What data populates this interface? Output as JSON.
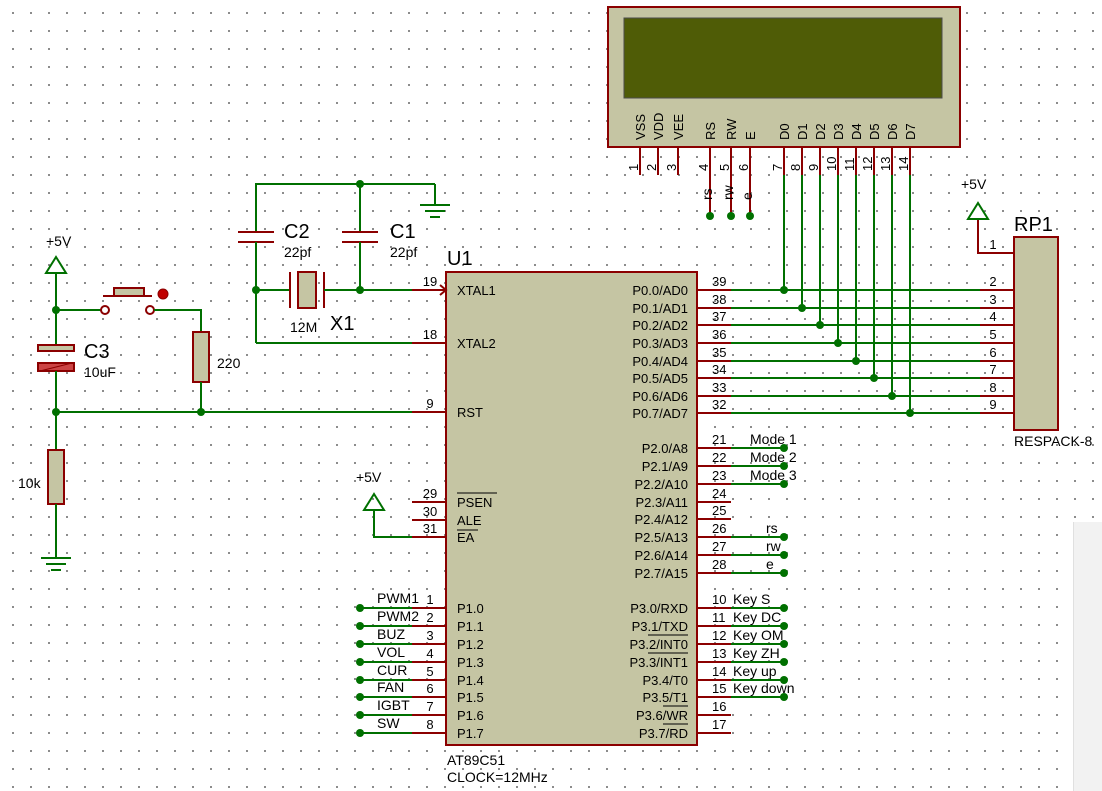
{
  "u1": {
    "ref": "U1",
    "part": "AT89C51",
    "clock": "CLOCK=12MHz",
    "left_pins": [
      {
        "num": "19",
        "name": "XTAL1"
      },
      {
        "num": "18",
        "name": "XTAL2"
      },
      {
        "num": "9",
        "name": "RST"
      },
      {
        "num": "29",
        "name": "PSEN"
      },
      {
        "num": "30",
        "name": "ALE"
      },
      {
        "num": "31",
        "name": "EA"
      },
      {
        "num": "1",
        "name": "P1.0",
        "net": "PWM1"
      },
      {
        "num": "2",
        "name": "P1.1",
        "net": "PWM2"
      },
      {
        "num": "3",
        "name": "P1.2",
        "net": "BUZ"
      },
      {
        "num": "4",
        "name": "P1.3",
        "net": "VOL"
      },
      {
        "num": "5",
        "name": "P1.4",
        "net": "CUR"
      },
      {
        "num": "6",
        "name": "P1.5",
        "net": "FAN"
      },
      {
        "num": "7",
        "name": "P1.6",
        "net": "IGBT"
      },
      {
        "num": "8",
        "name": "P1.7",
        "net": "SW"
      }
    ],
    "right_pins": [
      {
        "num": "39",
        "name": "P0.0/AD0"
      },
      {
        "num": "38",
        "name": "P0.1/AD1"
      },
      {
        "num": "37",
        "name": "P0.2/AD2"
      },
      {
        "num": "36",
        "name": "P0.3/AD3"
      },
      {
        "num": "35",
        "name": "P0.4/AD4"
      },
      {
        "num": "34",
        "name": "P0.5/AD5"
      },
      {
        "num": "33",
        "name": "P0.6/AD6"
      },
      {
        "num": "32",
        "name": "P0.7/AD7"
      },
      {
        "num": "21",
        "name": "P2.0/A8",
        "net": "Mode 1"
      },
      {
        "num": "22",
        "name": "P2.1/A9",
        "net": "Mode 2"
      },
      {
        "num": "23",
        "name": "P2.2/A10",
        "net": "Mode 3"
      },
      {
        "num": "24",
        "name": "P2.3/A11"
      },
      {
        "num": "25",
        "name": "P2.4/A12"
      },
      {
        "num": "26",
        "name": "P2.5/A13",
        "net": "rs"
      },
      {
        "num": "27",
        "name": "P2.6/A14",
        "net": "rw"
      },
      {
        "num": "28",
        "name": "P2.7/A15",
        "net": "e"
      },
      {
        "num": "10",
        "name": "P3.0/RXD",
        "net": "Key S"
      },
      {
        "num": "11",
        "name": "P3.1/TXD",
        "net": "Key DC"
      },
      {
        "num": "12",
        "name": "P3.2/INT0",
        "net": "Key OM"
      },
      {
        "num": "13",
        "name": "P3.3/INT1",
        "net": "Key ZH"
      },
      {
        "num": "14",
        "name": "P3.4/T0",
        "net": "Key up"
      },
      {
        "num": "15",
        "name": "P3.5/T1",
        "net": "Key down"
      },
      {
        "num": "16",
        "name": "P3.6/WR"
      },
      {
        "num": "17",
        "name": "P3.7/RD"
      }
    ]
  },
  "lcd": {
    "pins": [
      {
        "num": "1",
        "name": "VSS"
      },
      {
        "num": "2",
        "name": "VDD"
      },
      {
        "num": "3",
        "name": "VEE"
      },
      {
        "num": "4",
        "name": "RS",
        "net": "rs"
      },
      {
        "num": "5",
        "name": "RW",
        "net": "rw"
      },
      {
        "num": "6",
        "name": "E",
        "net": "e"
      },
      {
        "num": "7",
        "name": "D0"
      },
      {
        "num": "8",
        "name": "D1"
      },
      {
        "num": "9",
        "name": "D2"
      },
      {
        "num": "10",
        "name": "D3"
      },
      {
        "num": "11",
        "name": "D4"
      },
      {
        "num": "12",
        "name": "D5"
      },
      {
        "num": "13",
        "name": "D6"
      },
      {
        "num": "14",
        "name": "D7"
      }
    ]
  },
  "rp1": {
    "ref": "RP1",
    "part": "RESPACK-8",
    "power": "+5V",
    "pins": [
      "1",
      "2",
      "3",
      "4",
      "5",
      "6",
      "7",
      "8",
      "9"
    ]
  },
  "components": {
    "c1": {
      "ref": "C1",
      "value": "22pf"
    },
    "c2": {
      "ref": "C2",
      "value": "22pf"
    },
    "x1": {
      "ref": "X1",
      "value": "12M"
    },
    "c3": {
      "ref": "C3",
      "value": "10uF"
    },
    "r220": {
      "value": "220"
    },
    "r10k": {
      "value": "10k"
    },
    "power_left": "+5V",
    "power_ea": "+5V"
  },
  "colors": {
    "wire": "#007000",
    "pin": "#8b0000",
    "body": "#c5c5a3",
    "lcd_screen": "#4f5c06"
  }
}
